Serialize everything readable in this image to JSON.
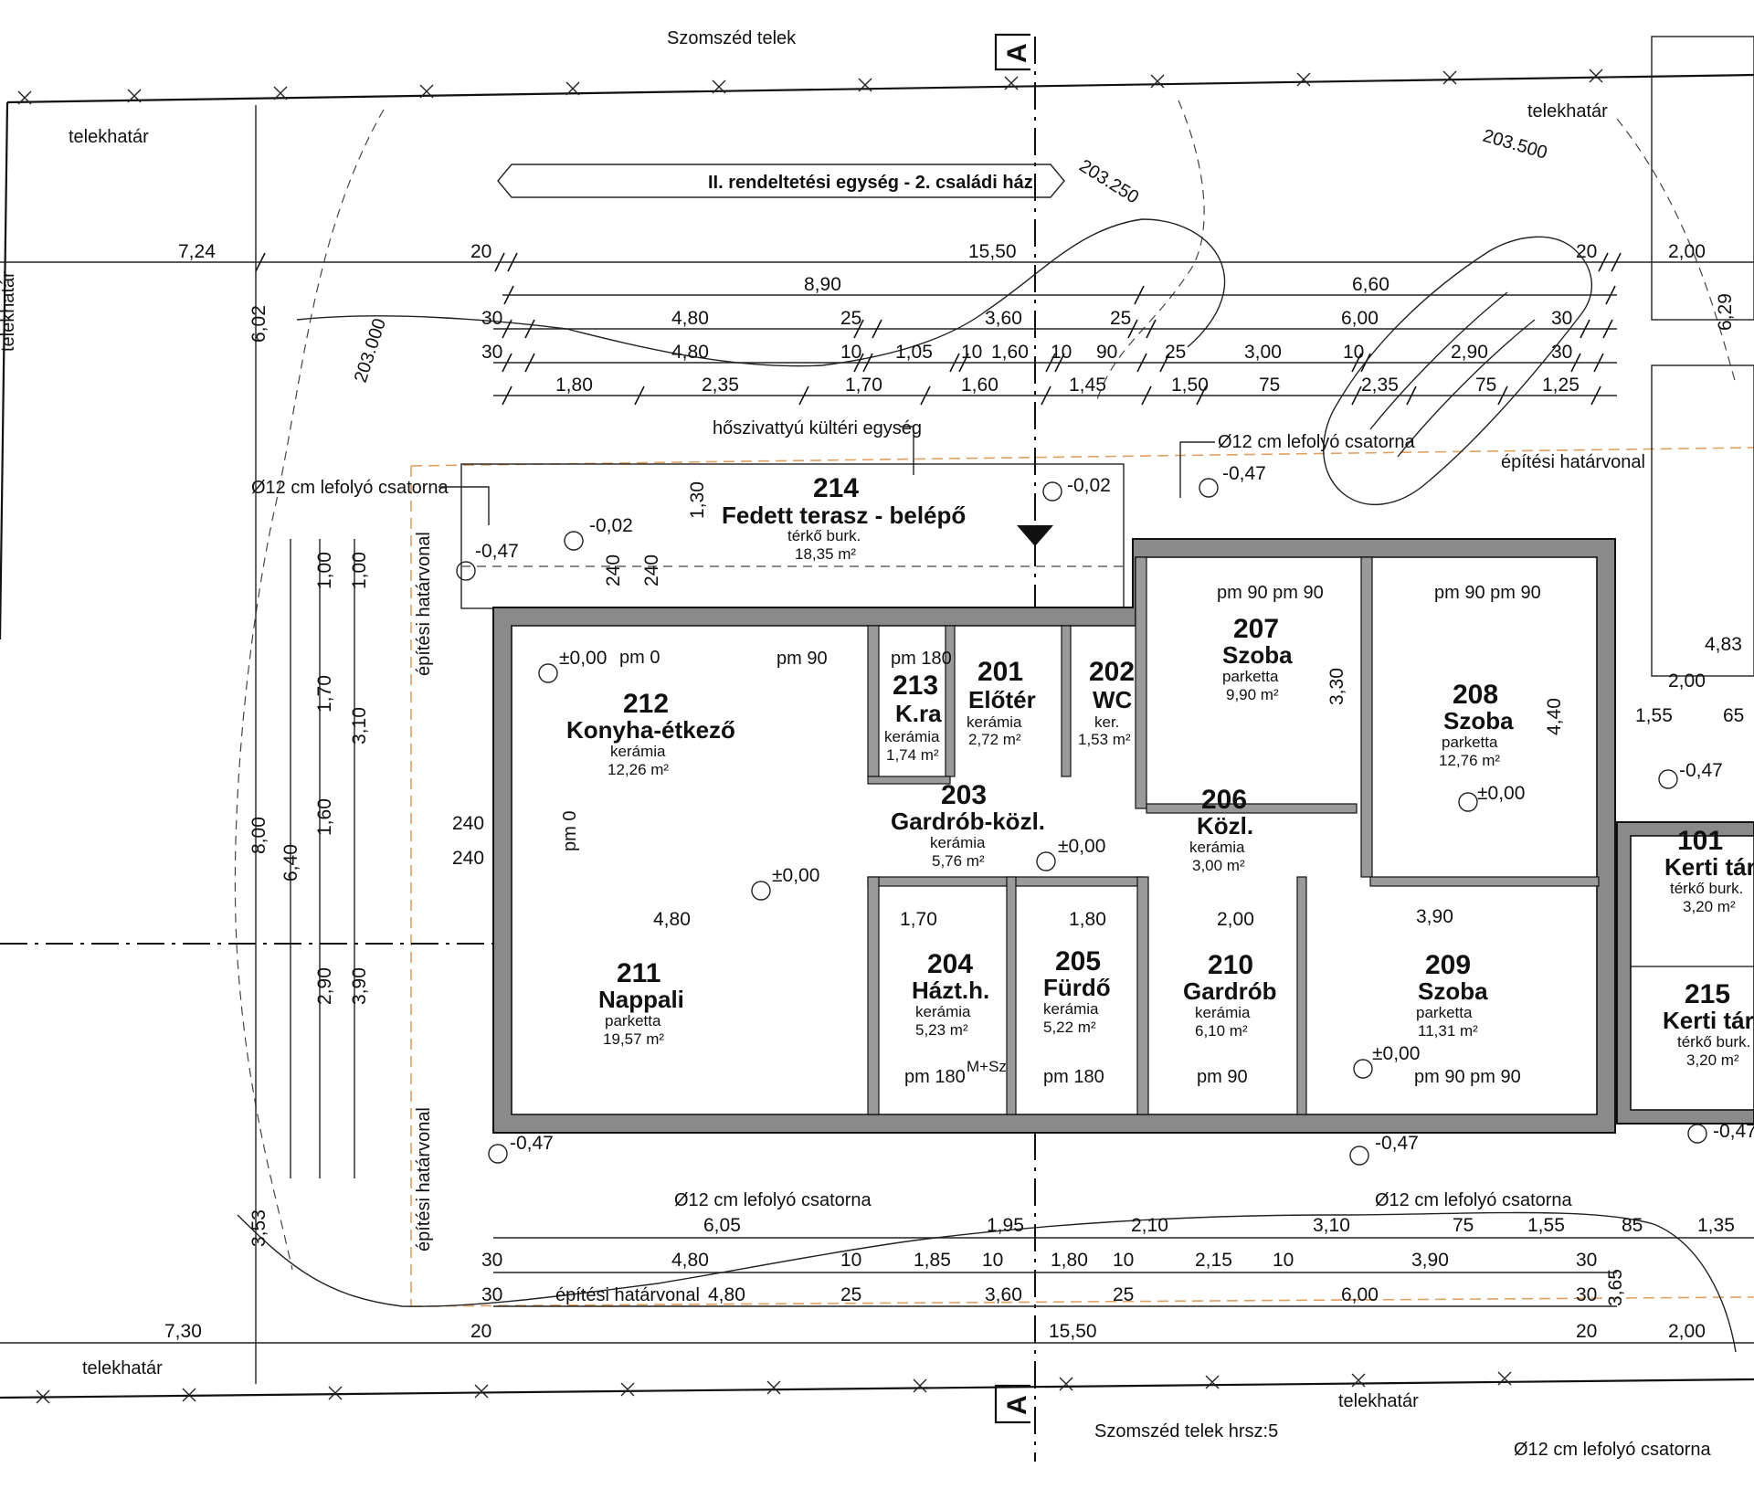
{
  "texts": {
    "neighbor_top": "Szomszéd telek",
    "neighbor_bottom": "Szomszéd telek hrsz:5",
    "section_mark": "A",
    "boundary_label": "telekhatár",
    "building_line_label": "építési határvonal",
    "banner": "II. rendeltetési egység - 2. családi ház",
    "heat_pump": "hőszivattyú kültéri egység",
    "gutter": "Ø12 cm lefolyó csatorna",
    "level_1": "203.000",
    "level_2": "203.250",
    "level_3": "203.500"
  },
  "top_dims": {
    "row1": [
      "7,24",
      "20",
      "15,50",
      "20",
      "2,00"
    ],
    "row2": [
      "8,90",
      "6,60"
    ],
    "row3": [
      "30",
      "4,80",
      "25",
      "3,60",
      "25",
      "6,00",
      "30"
    ],
    "row4": [
      "30",
      "4,80",
      "10",
      "1,05",
      "10",
      "1,60",
      "10",
      "90",
      "25",
      "3,00",
      "10",
      "2,90",
      "30"
    ],
    "row5": [
      "1,80",
      "2,35",
      "1,70",
      "1,60",
      "1,45",
      "1,50",
      "75",
      "2,35",
      "75",
      "1,25"
    ]
  },
  "bottom_dims": {
    "row1": [
      "6,05",
      "1,95",
      "2,10",
      "3,10",
      "75",
      "1,55",
      "85",
      "1,35"
    ],
    "row2": [
      "30",
      "4,80",
      "10",
      "1,85",
      "10",
      "1,80",
      "10",
      "2,15",
      "10",
      "3,90",
      "30"
    ],
    "row3": [
      "30",
      "4,80",
      "25",
      "3,60",
      "25",
      "6,00",
      "30"
    ],
    "row4": [
      "7,30",
      "20",
      "15,50",
      "20",
      "2,00"
    ]
  },
  "left_dims": [
    "6,02",
    "8,00",
    "6,40",
    "3,10",
    "3,90",
    "1,70",
    "1,60",
    "2,90",
    "1,00",
    "1,00",
    "3,53"
  ],
  "levels": [
    "-0,47",
    "-0,02",
    "-0,02",
    "-0,47",
    "±0,00",
    "±0,00",
    "±0,00",
    "±0,00",
    "±0,00",
    "-0,47",
    "-0,47",
    "-0,47",
    "-0,47"
  ],
  "rooms": [
    {
      "num": "214",
      "name": "Fedett terasz - belépő",
      "finish": "térkő burk.",
      "area": "18,35 m²"
    },
    {
      "num": "212",
      "name": "Konyha-étkező",
      "finish": "kerámia",
      "area": "12,26 m²"
    },
    {
      "num": "213",
      "name": "K.ra",
      "finish": "kerámia",
      "area": "1,74 m²"
    },
    {
      "num": "201",
      "name": "Előtér",
      "finish": "kerámia",
      "area": "2,72 m²"
    },
    {
      "num": "202",
      "name": "WC",
      "finish": "ker.",
      "area": "1,53 m²"
    },
    {
      "num": "207",
      "name": "Szoba",
      "finish": "parketta",
      "area": "9,90 m²"
    },
    {
      "num": "208",
      "name": "Szoba",
      "finish": "parketta",
      "area": "12,76 m²"
    },
    {
      "num": "203",
      "name": "Gardrób-közl.",
      "finish": "kerámia",
      "area": "5,76 m²"
    },
    {
      "num": "206",
      "name": "Közl.",
      "finish": "kerámia",
      "area": "3,00 m²"
    },
    {
      "num": "211",
      "name": "Nappali",
      "finish": "parketta",
      "area": "19,57 m²"
    },
    {
      "num": "204",
      "name": "Házt.h.",
      "finish": "kerámia",
      "area": "5,23 m²"
    },
    {
      "num": "205",
      "name": "Fürdő",
      "finish": "kerámia",
      "area": "5,22 m²"
    },
    {
      "num": "210",
      "name": "Gardrób",
      "finish": "kerámia",
      "area": "6,10 m²"
    },
    {
      "num": "209",
      "name": "Szoba",
      "finish": "parketta",
      "area": "11,31 m²"
    },
    {
      "num": "101",
      "name": "Kerti tár.",
      "finish": "térkő burk.",
      "area": "3,20 m²"
    },
    {
      "num": "215",
      "name": "Kerti tár.",
      "finish": "térkő burk.",
      "area": "3,20 m²"
    }
  ],
  "door_marks": [
    "pm 0",
    "pm 90",
    "pm 180",
    "pm 90 pm 90",
    "pm 90 pm 90",
    "pm 0",
    "pm 180",
    "pm 180",
    "pm 90",
    "pm 90 pm 90"
  ],
  "misc": [
    "M+Sz",
    "240",
    "240",
    "240",
    "240",
    "4,80",
    "3,90",
    "1,70",
    "1,80",
    "2,00",
    "4,83",
    "2,00",
    "1,55",
    "65",
    "3,30",
    "4,40",
    "3,65",
    "6,29",
    "1,30"
  ]
}
